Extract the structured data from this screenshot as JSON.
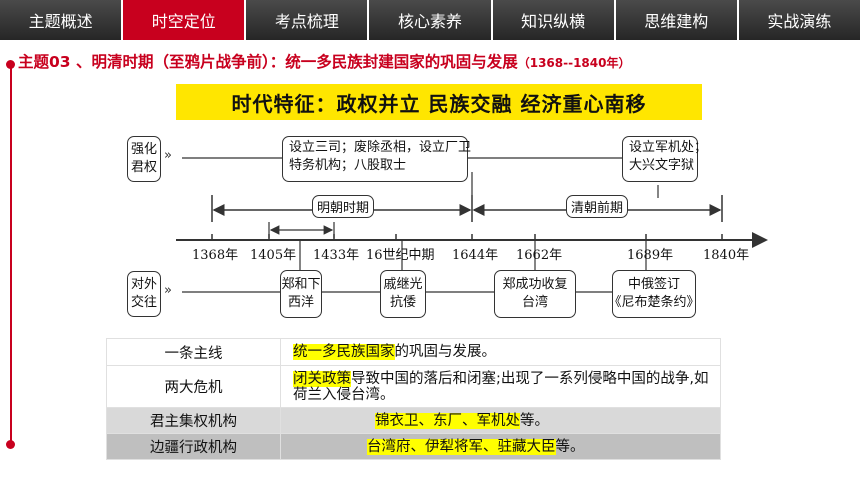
{
  "nav": {
    "tabs": [
      {
        "label": "主题概述",
        "active": false
      },
      {
        "label": "时空定位",
        "active": true
      },
      {
        "label": "考点梳理",
        "active": false
      },
      {
        "label": "核心素养",
        "active": false
      },
      {
        "label": "知识纵横",
        "active": false
      },
      {
        "label": "思维建构",
        "active": false
      },
      {
        "label": "实战演练",
        "active": false
      }
    ]
  },
  "title": {
    "main": "主题03 、明清时期（至鸦片战争前）：统一多民族封建国家的巩固与发展",
    "range": "（1368--1840年）"
  },
  "banner": "时代特征：政权并立  民族交融  经济重心南移",
  "diagram": {
    "rows": {
      "top": "强化君权",
      "bottom": "对外交往"
    },
    "top_boxes": {
      "ming_line1": "设立三司；废除丞相，设立厂卫",
      "ming_line2": "特务机构；八股取士",
      "qing_line1": "设立军机处；",
      "qing_line2": "大兴文字狱"
    },
    "periods": {
      "ming": "明朝时期",
      "qing": "清朝前期"
    },
    "timeline": [
      "1368年",
      "1405年",
      "1433年",
      "16世纪中期",
      "1644年",
      "1662年",
      "1689年",
      "1840年"
    ],
    "bottom_boxes": {
      "zhenghe_1": "郑和下",
      "zhenghe_2": "西洋",
      "qi_1": "戚继光",
      "qi_2": "抗倭",
      "zheng_1": "郑成功收复",
      "zheng_2": "台湾",
      "treaty_1": "中俄签订",
      "treaty_2": "《尼布楚条约》"
    },
    "arrow_glyph": "»"
  },
  "table": {
    "rows": [
      {
        "key": "一条主线",
        "hl": "统一多民族国家",
        "rest": "的巩固与发展。"
      },
      {
        "key": "两大危机",
        "hl": "闭关政策",
        "rest": "导致中国的落后和闭塞;出现了一系列侵略中国的战争,如荷兰入侵台湾。"
      },
      {
        "key": "君主集权机构",
        "hl": "锦衣卫、东厂、军机处",
        "rest": "等。"
      },
      {
        "key": "边疆行政机构",
        "hl": "台湾府、伊犁将军、驻藏大臣",
        "rest": "等。"
      }
    ]
  },
  "colors": {
    "accent": "#c8001e",
    "highlight": "#ffff00",
    "banner": "#ffe600",
    "nav_bg": "#2b2b2b"
  }
}
